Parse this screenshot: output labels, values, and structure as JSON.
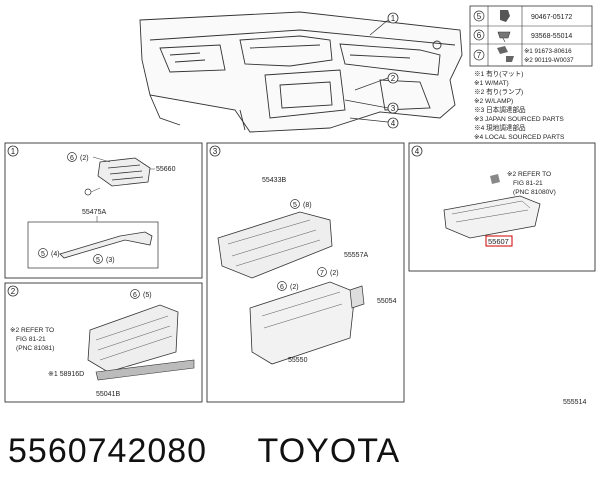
{
  "legend": [
    {
      "num": "5",
      "part": "90467-05172"
    },
    {
      "num": "6",
      "part": "93568-55014"
    },
    {
      "num": "7",
      "part": "※1 91673-80616"
    },
    {
      "num": "",
      "part": "※2 90119-W0037"
    }
  ],
  "notes": [
    "※1 有り(マット)",
    "※1 W/MAT)",
    "※2 有り(ランプ)",
    "※2 W/LAMP)",
    "※3 日本調達部品",
    "※3 JAPAN SOURCED PARTS",
    "※4 現地調達部品",
    "※4 LOCAL SOURCED PARTS"
  ],
  "overview": {
    "callouts": [
      "1",
      "2",
      "3",
      "4"
    ]
  },
  "panel1": {
    "num": "1",
    "labels": {
      "p6": "6",
      "q2": "(2)",
      "part_a": "55660",
      "part_b": "55475A",
      "p5a": "5",
      "q4": "(4)",
      "p5b": "5",
      "q3": "(3)"
    }
  },
  "panel2": {
    "num": "2",
    "labels": {
      "p6": "6",
      "q5": "(5)",
      "note1": "※2 REFER TO",
      "note2": "FIG 81-21",
      "note3": "(PNC 81081)",
      "part_a": "※1 58916D",
      "part_b": "55041B"
    }
  },
  "panel3": {
    "num": "3",
    "labels": {
      "part_a": "55433B",
      "p5": "5",
      "q8": "(8)",
      "part_b": "55557A",
      "p7": "7",
      "q2": "(2)",
      "p6": "6",
      "q2b": "(2)",
      "part_c": "55054",
      "part_d": "55550"
    }
  },
  "panel4": {
    "num": "4",
    "labels": {
      "note1": "※2 REFER TO",
      "note2": "FIG 81-21",
      "note3": "(PNC 81080V)",
      "part": "55607"
    }
  },
  "figure_id": "555514",
  "caption": {
    "part_number": "5560742080",
    "brand": "TOYOTA"
  }
}
